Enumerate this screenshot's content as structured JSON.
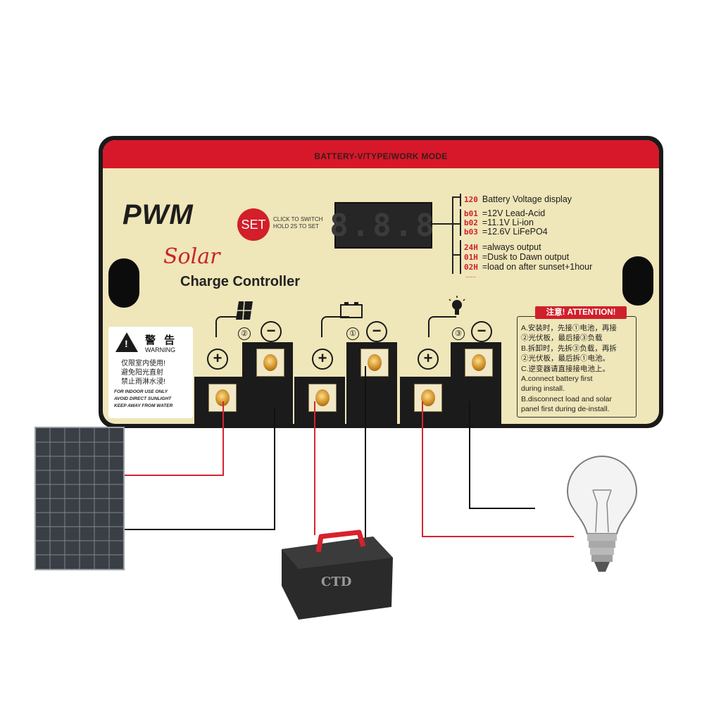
{
  "controller": {
    "band_title": "BATTERY-V/TYPE/WORK MODE",
    "brand": "PWM",
    "product_line": "Solar",
    "product_name": "Charge Controller",
    "set_button": "SET",
    "set_hint_1": "CLICK TO SWITCH",
    "set_hint_2": "HOLD 2S TO SET",
    "display_value": "8.8.8"
  },
  "legend": {
    "voltage": {
      "code": "120",
      "text": "Battery Voltage display"
    },
    "types": [
      {
        "code": "b01",
        "text": "=12V  Lead-Acid"
      },
      {
        "code": "b02",
        "text": "=11.1V Li-ion"
      },
      {
        "code": "b03",
        "text": "=12.6V LiFePO4"
      }
    ],
    "modes": [
      {
        "code": "24H",
        "text": "=always output"
      },
      {
        "code": "01H",
        "text": "=Dusk to Dawn output"
      },
      {
        "code": "02H",
        "text": "=load on after sunset+1hour"
      }
    ],
    "more": "......"
  },
  "warning": {
    "title_cn": "警 告",
    "title_en": "WARNING",
    "lines_cn": [
      "仅限室内使用!",
      "避免阳光直射",
      "禁止雨淋水浸!"
    ],
    "lines_en": [
      "FOR INDOOR USE ONLY",
      "AVOID DIRECT SUNLIGHT",
      "KEEP AWAY FROM WATER"
    ]
  },
  "attention": {
    "title": "注意! ATTENTION!",
    "lines": [
      "A.安装时，先接①电池，再接",
      "②光伏板，最后接③负载",
      "B.拆卸时，先拆③负载，再拆",
      "②光伏板，最后拆①电池。",
      "C.逆变器请直接接电池上。",
      "A.connect battery first",
      "during install.",
      "B.disconnect load and solar",
      "panel first during de-install."
    ]
  },
  "terminals": {
    "solar_num": "②",
    "battery_num": "①",
    "load_num": "③",
    "plus": "+",
    "minus": "−"
  },
  "battery_label": "CTD",
  "colors": {
    "red": "#d7182a",
    "face": "#efe6b9",
    "body": "#1a1a1a",
    "wire_red": "#d32630"
  }
}
